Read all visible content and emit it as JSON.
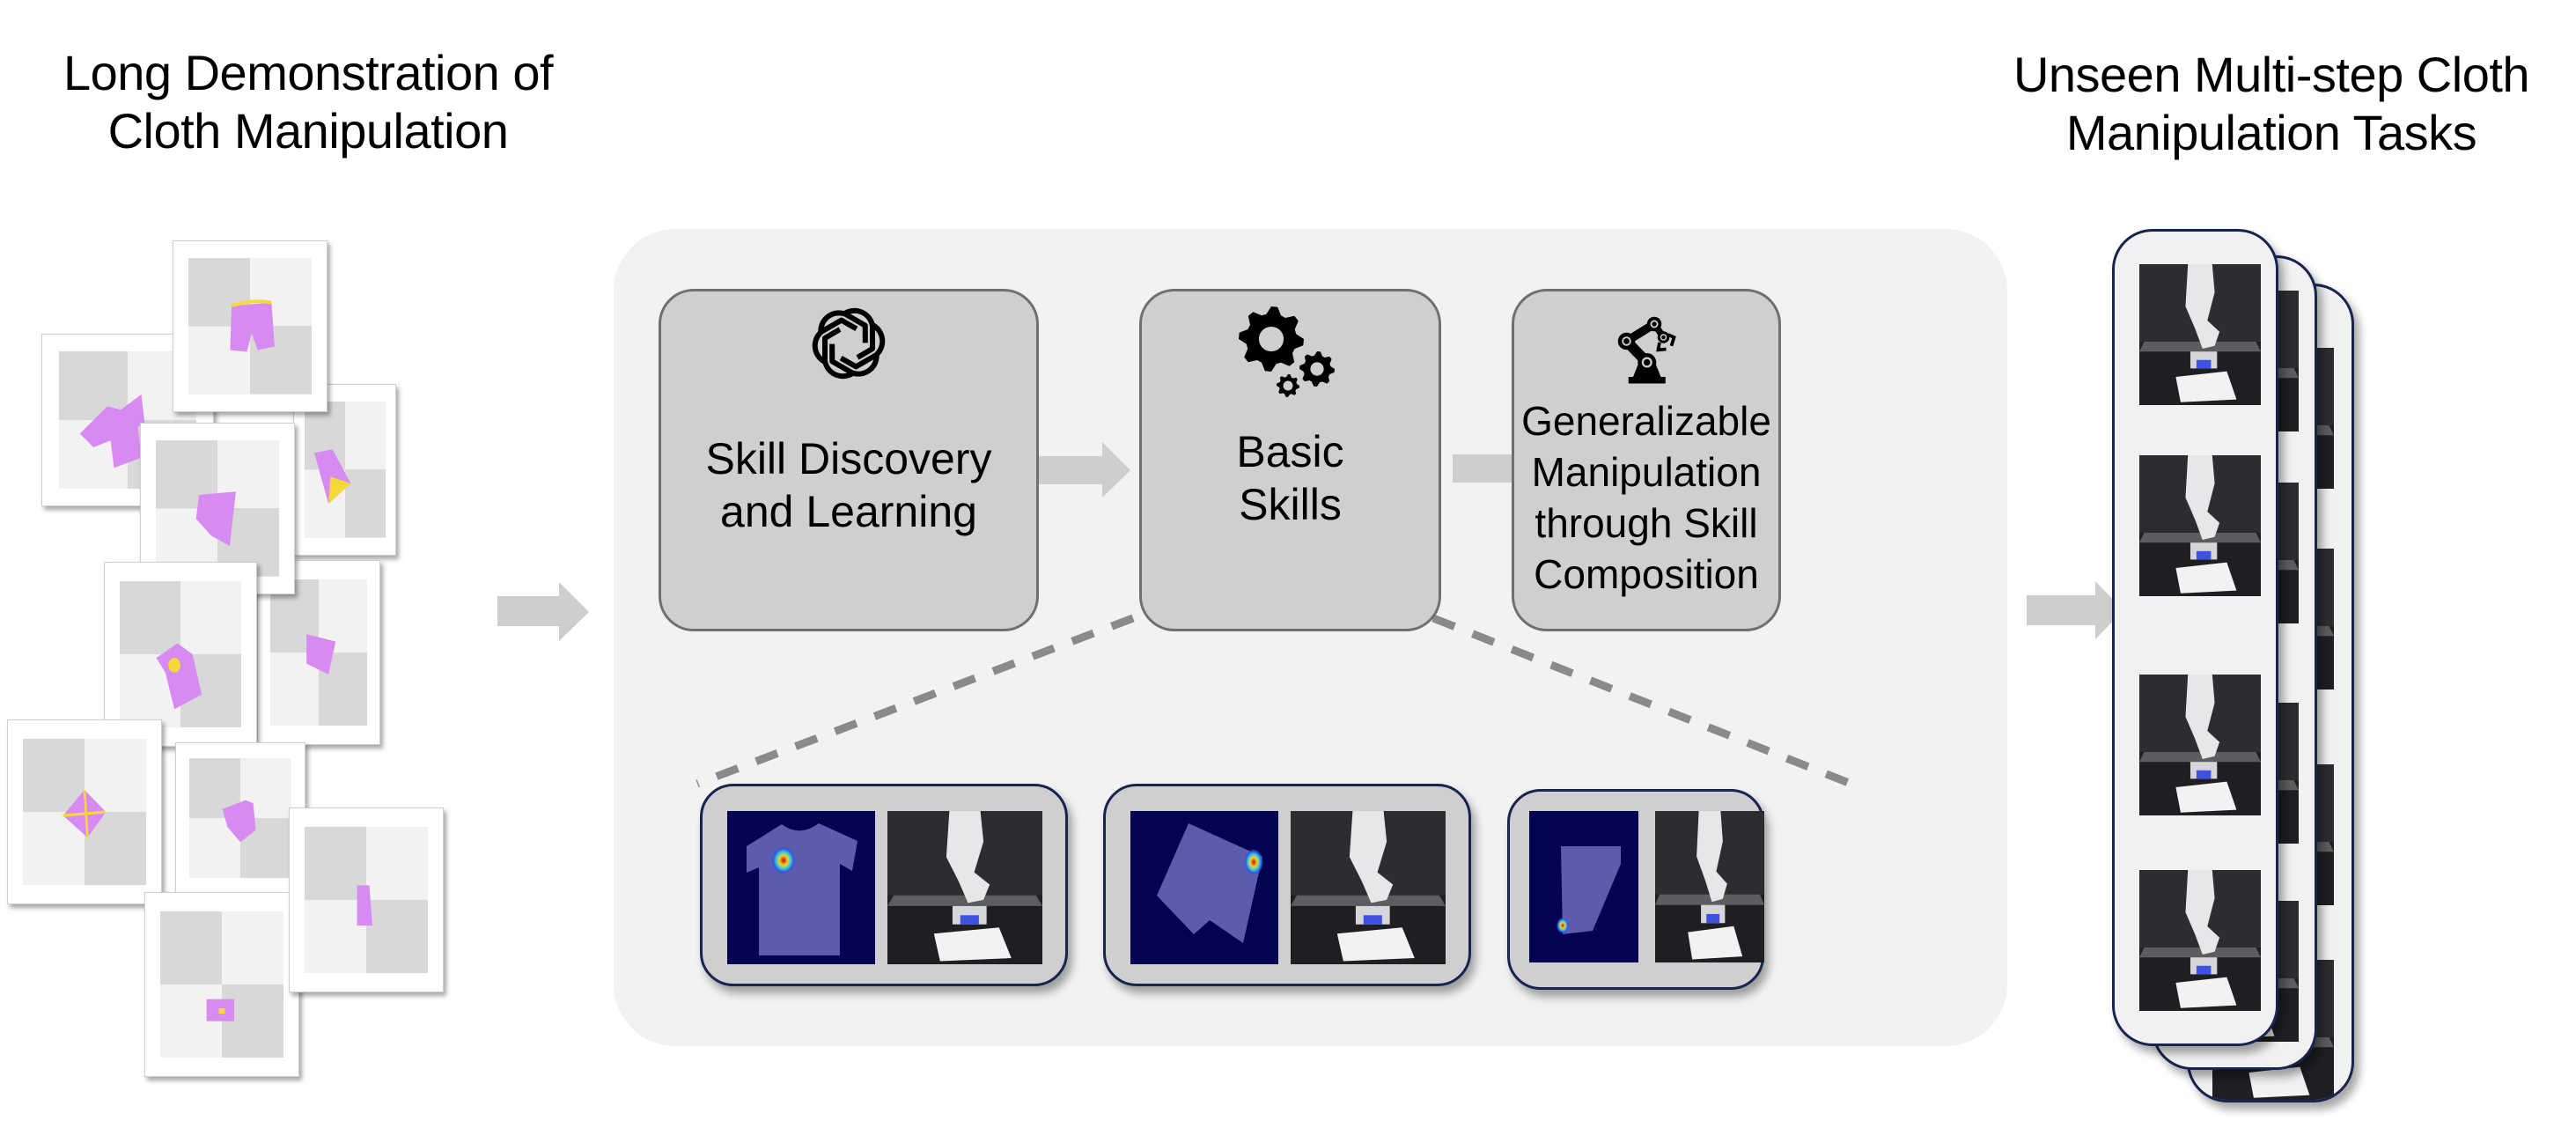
{
  "titles": {
    "left": "Long Demonstration of Cloth Manipulation",
    "right": "Unseen Multi-step Cloth Manipulation Tasks"
  },
  "pipeline": {
    "stages": [
      {
        "label": "Skill Discovery and Learning",
        "icon": "openai-logo-icon"
      },
      {
        "label": "Basic Skills",
        "icon": "gears-icon"
      },
      {
        "label": "Generalizable Manipulation through Skill Composition",
        "icon": "robot-arm-icon"
      }
    ],
    "skill_examples": [
      {
        "garment": "t-shirt",
        "heatmap": "heatmap-tshirt",
        "photo": "robot-photo"
      },
      {
        "garment": "shorts",
        "heatmap": "heatmap-shorts",
        "photo": "robot-photo"
      },
      {
        "garment": "towel",
        "heatmap": "heatmap-towel",
        "photo": "robot-photo"
      }
    ]
  },
  "demonstrations": {
    "count": 10,
    "garments": [
      "shorts",
      "t-shirt",
      "square-cloth",
      "skirt",
      "pants",
      "t-shirt",
      "square-cloth",
      "t-shirt",
      "shorts",
      "shorts"
    ]
  },
  "tasks": {
    "card_count": 3,
    "frames_per_card": 4
  },
  "colors": {
    "stage_fill": "#d0cecf",
    "stage_border": "#6f6f6f",
    "container_fill": "#f2f2f2",
    "panel_border": "#15254f",
    "arrow": "#cfcdce",
    "dash": "#8a8a8a",
    "garment": "#d68af2",
    "garment_edge": "#f5d938",
    "heatmap_bg": "#020452",
    "cloth_overlay": "#5b5cad"
  }
}
